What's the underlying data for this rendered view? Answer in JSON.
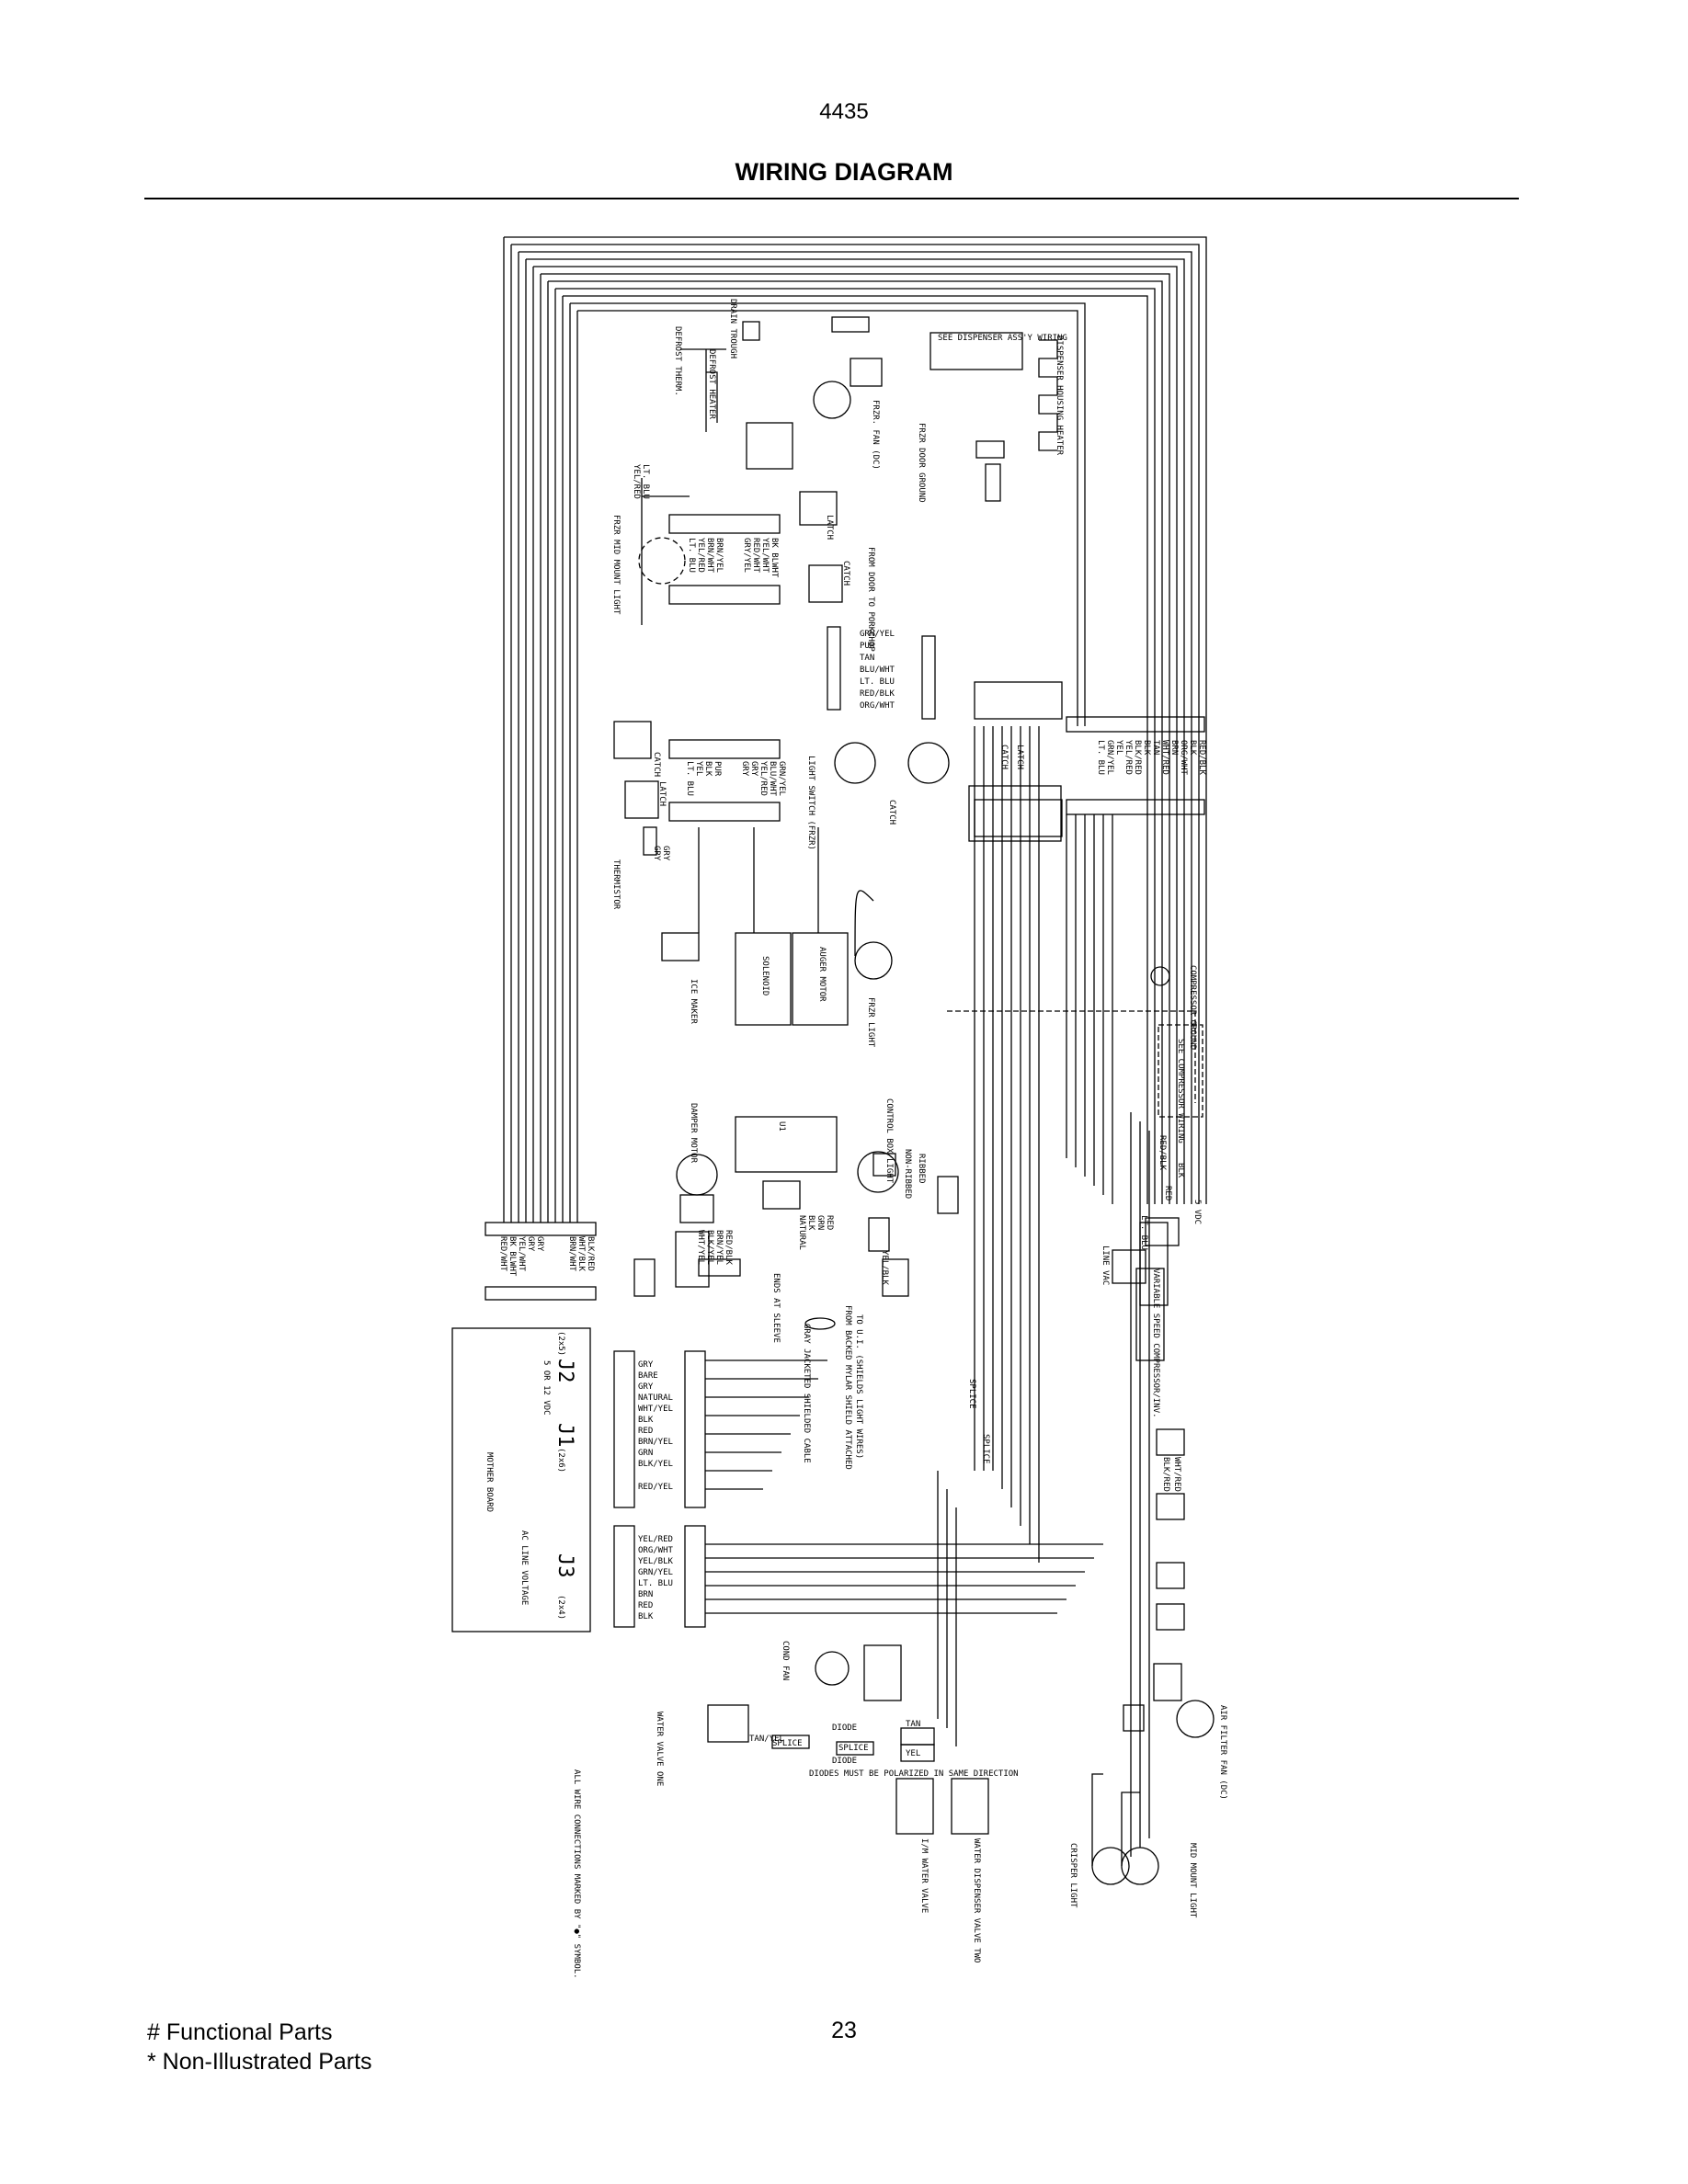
{
  "header": {
    "page_code": "4435",
    "title": "WIRING DIAGRAM"
  },
  "footer": {
    "legend_functional": "# Functional Parts",
    "legend_non_illustrated": "* Non-Illustrated Parts",
    "page_number": "23"
  },
  "components": [
    "DEFROST THERM.",
    "DRAIN TROUGH",
    "DEFROST HEATER",
    "FRZR. FAN (DC)",
    "SEE DISPENSER ASS'Y WIRING",
    "DISPENSER HOUSING HEATER",
    "FRZR DOOR GROUND",
    "FRZR MID MOUNT LIGHT",
    "FROM DOOR TO PORKCHOP",
    "LIGHT SWITCH (FRZR)",
    "THERMISTOR",
    "ICE MAKER",
    "SOLENOID",
    "AUGER MOTOR",
    "FRZR LIGHT",
    "COMPRESSOR GROUND",
    "SEE COMPRESSOR WIRING",
    "DAMPER MOTOR",
    "CONTROL BOX LIGHT",
    "NON-RIBBED",
    "VARIABLE SPEED COMPRESSOR/INV.",
    "LINE VAC",
    "MOTHER BOARD",
    "AC LINE VOLTAGE",
    "COND FAN",
    "WATER VALVE ONE",
    "I/M WATER VALVE",
    "WATER DISPENSER VALVE TWO",
    "CRISPER LIGHT",
    "MID MOUNT LIGHT",
    "AIR FILTER FAN (DC)"
  ],
  "labels": {
    "catch": "CATCH",
    "latch": "LATCH",
    "splice": "SPLICE",
    "diode": "DIODE",
    "tan": "TAN",
    "tan_yel": "TAN/YEL",
    "yel": "YEL",
    "ribbed": "RIBBED",
    "from_backed": "FROM BACKED MYLAR SHIELD ATTACHED",
    "to_ui": "TO U.I. (SHIELDS LIGHT WIRES)",
    "gray_jacket": "GRAY JACKETED SHIELDED CABLE",
    "ends_sleeve": "ENDS AT SLEEVE",
    "volt5": "5 VDC",
    "j2": "J2",
    "j1": "J1",
    "j3": "J3",
    "j2_size": "(2x5)",
    "j1_size": "(2x6)",
    "j3_size": "(2x4)",
    "vdc_note": "5 OR 12 VDC",
    "diodes_note": "DIODES MUST BE POLARIZED IN SAME DIRECTION",
    "all_wire_note": "ALL WIRE CONNECTIONS MARKED BY \"●\" SYMBOL.",
    "ui_label": "U1",
    "red": "RED",
    "blk": "BLK",
    "gry": "GRY",
    "lt_blu": "LT. BLU",
    "yel_blk": "YEL/BLK",
    "red_blk": "RED/BLK",
    "wht_red": "WHT/RED",
    "blk_red": "BLK/RED",
    "yel_red": "YEL/RED",
    "lt_blu2": "LT. BLU"
  },
  "wire_lists": {
    "upper_connector": [
      "GRN/YEL",
      "PUR",
      "TAN",
      "BLU/WHT",
      "LT. BLU",
      "RED/BLK",
      "ORG/WHT"
    ],
    "right_connector": [
      "RED/BLK",
      "BLK",
      "ORG/WHT",
      "BRN",
      "WHT/RED",
      "TAN",
      "BLK",
      "BLK/RED",
      "YEL/RED",
      "YEL",
      "GRN/YEL",
      "LT. BLU"
    ],
    "left_mid": [
      "GRN/YEL",
      "BLU/WHT",
      "YEL/RED",
      "GRY",
      "GRY",
      "PUR",
      "BLK",
      "YEL",
      "LT. BLU"
    ],
    "upper_left": [
      "BK BLWHT",
      "YEL/WHT",
      "RED/WHT",
      "GRY/YEL",
      "BRN/YEL",
      "BRN/WHT",
      "YEL/RED",
      "LT. BLU"
    ],
    "j2_left": [
      "BLK/RED",
      "WHT/BLK",
      "BRN/WHT",
      "GRY",
      "GRY",
      "YEL/WHT",
      "BK BLWHT",
      "RED/WHT"
    ],
    "j1": [
      "GRY",
      "BARE",
      "GRY",
      "NATURAL",
      "WHT/YEL",
      "BLK",
      "RED",
      "BRN/YEL",
      "GRN",
      "BLK/YEL",
      "RED/YEL"
    ],
    "j3": [
      "YEL/RED",
      "ORG/WHT",
      "YEL/BLK",
      "GRN/YEL",
      "LT. BLU",
      "BRN",
      "RED",
      "BLK"
    ],
    "damper": [
      "RED/BLK",
      "BRN/YEL",
      "BLK/YEL",
      "WHT/YEL"
    ],
    "ui_wires": [
      "RED",
      "GRN",
      "BLK",
      "NATURAL"
    ]
  }
}
